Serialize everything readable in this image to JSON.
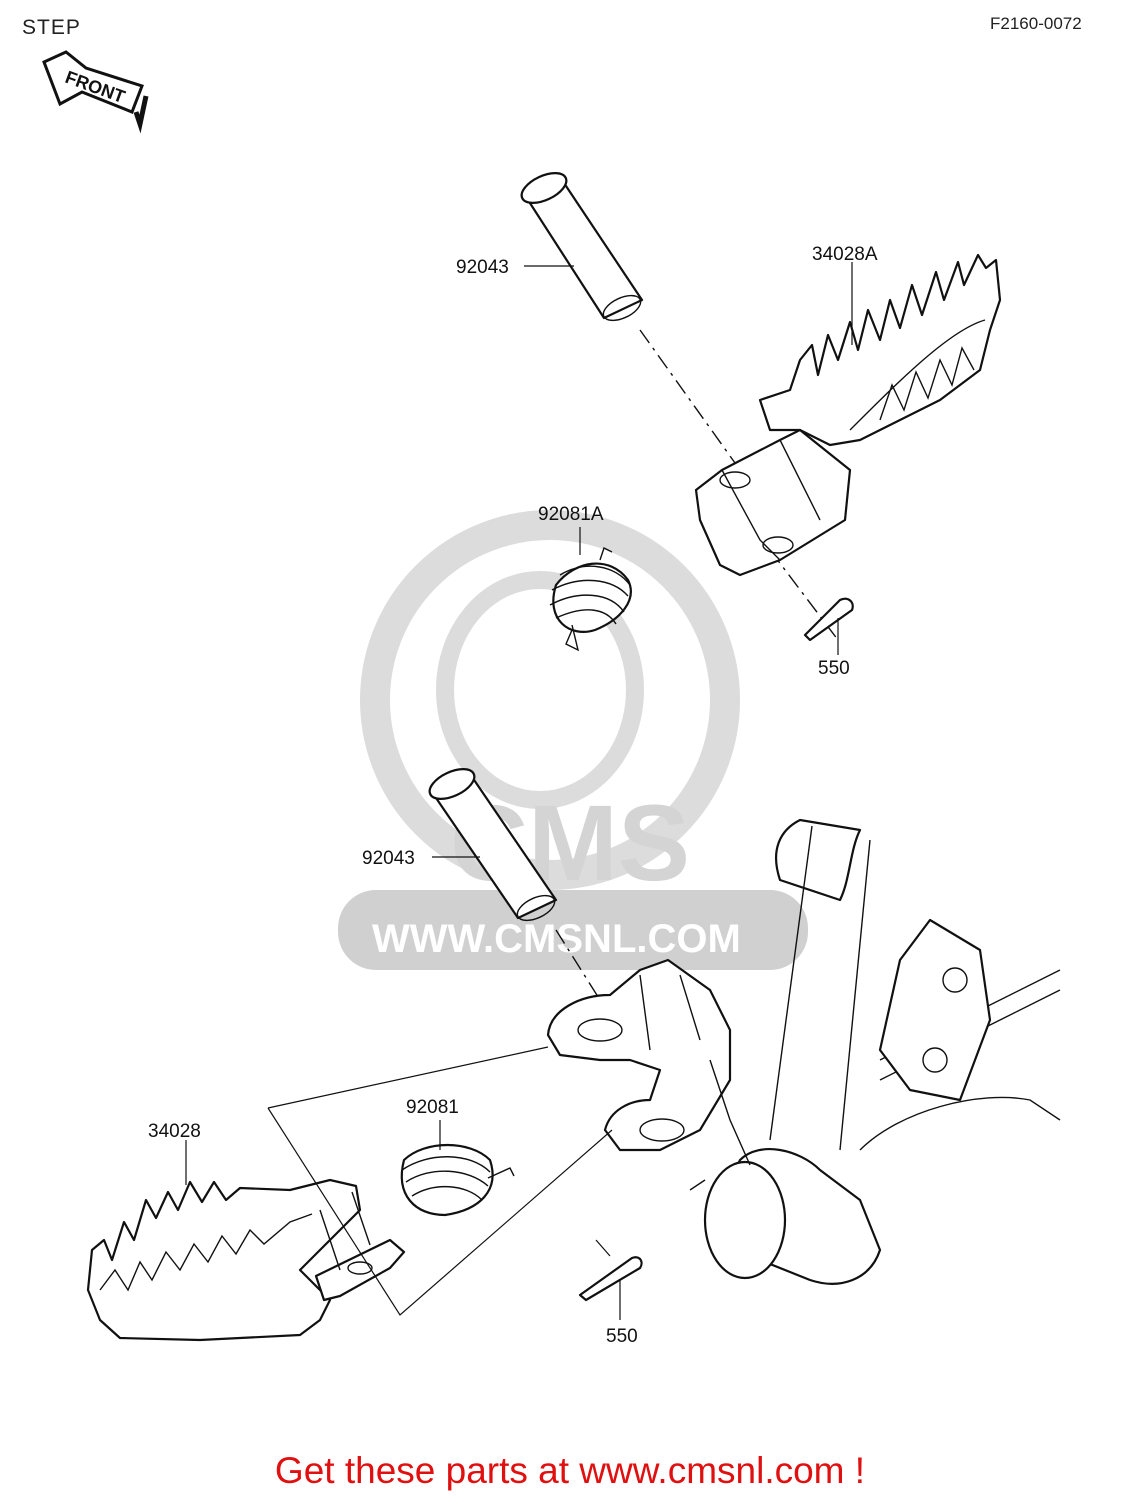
{
  "header": {
    "title": "STEP",
    "diagram_code": "F2160-0072"
  },
  "front_arrow": {
    "label": "FRONT"
  },
  "watermark": {
    "brand": "CMS",
    "url": "WWW.CMSNL.COM"
  },
  "parts": {
    "p1": "92043",
    "p2": "34028A",
    "p3": "92081A",
    "p4": "550",
    "p5": "92043",
    "p6": "92081",
    "p7": "34028",
    "p8": "550"
  },
  "footer": {
    "cta": "Get these parts at www.cmsnl.com !",
    "cta_color": "#e01010"
  }
}
